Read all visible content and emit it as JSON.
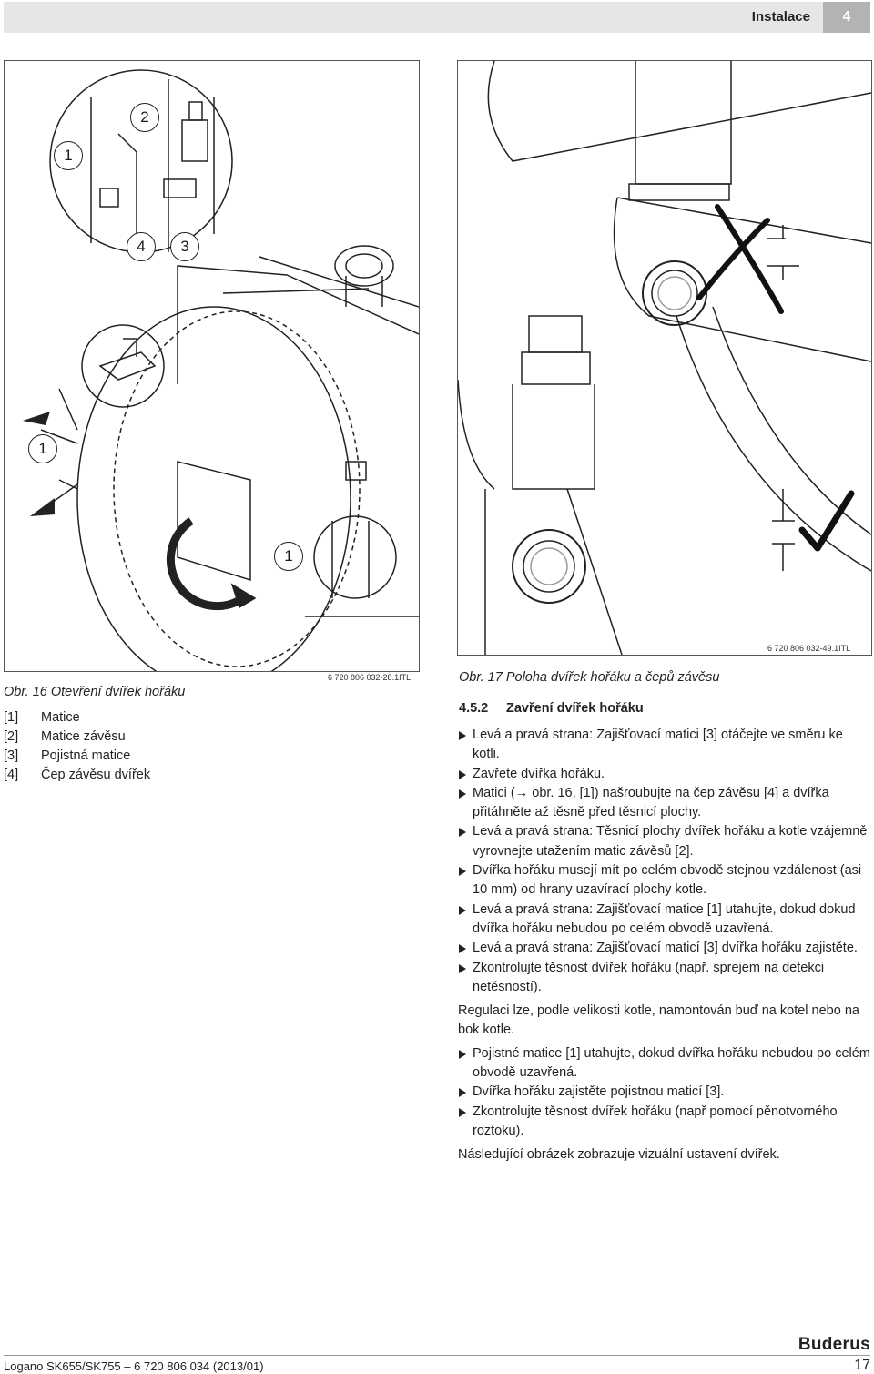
{
  "header": {
    "section": "Instalace",
    "chapter": "4"
  },
  "figure16": {
    "callouts": {
      "c1a": "1",
      "c2": "2",
      "c4": "4",
      "c3": "3",
      "c1b": "1",
      "c1c": "1"
    },
    "id": "6 720 806 032-28.1ITL",
    "caption": "Obr. 16  Otevření dvířek hořáku"
  },
  "figure17": {
    "id": "6 720 806 032-49.1ITL",
    "caption": "Obr. 17  Poloha dvířek hořáku a čepů závěsu"
  },
  "legend": [
    {
      "key": "[1]",
      "text": "Matice"
    },
    {
      "key": "[2]",
      "text": "Matice závěsu"
    },
    {
      "key": "[3]",
      "text": "Pojistná matice"
    },
    {
      "key": "[4]",
      "text": "Čep závěsu dvířek"
    }
  ],
  "section": {
    "number": "4.5.2",
    "title": "Zavření dvířek hořáku"
  },
  "steps_a": [
    "Levá a pravá strana: Zajišťovací matici [3] otáčejte ve směru ke kotli.",
    "Zavřete dvířka hořáku.",
    "Matici (→ obr. 16, [1]) našroubujte na čep závěsu [4] a dvířka přitáhněte až těsně před těsnicí plochy.",
    "Levá a pravá strana: Těsnicí plochy dvířek hořáku a kotle vzájemně vyrovnejte utažením matic závěsů [2].",
    "Dvířka hořáku musejí mít po celém obvodě stejnou vzdálenost (asi 10 mm) od hrany uzavírací plochy kotle.",
    "Levá a pravá strana: Zajišťovací matice [1] utahujte, dokud dokud dvířka hořáku nebudou po celém obvodě uzavřená.",
    "Levá a pravá strana: Zajišťovací maticí [3] dvířka hořáku zajistěte.",
    "Zkontrolujte těsnost dvířek hořáku (např. sprejem na detekci netěsností)."
  ],
  "paragraph1": "Regulaci lze, podle velikosti kotle, namontován buď na kotel nebo na bok kotle.",
  "steps_b": [
    "Pojistné matice [1] utahujte, dokud dvířka hořáku nebudou po celém obvodě uzavřená.",
    "Dvířka hořáku zajistěte pojistnou maticí [3].",
    "Zkontrolujte těsnost dvířek hořáku (např pomocí pěnotvorného roztoku)."
  ],
  "paragraph2": "Následující obrázek zobrazuje vizuální ustavení dvířek.",
  "footer": {
    "left": "Logano SK655/SK755 – 6 720 806 034 (2013/01)",
    "page": "17",
    "brand": "Buderus"
  }
}
